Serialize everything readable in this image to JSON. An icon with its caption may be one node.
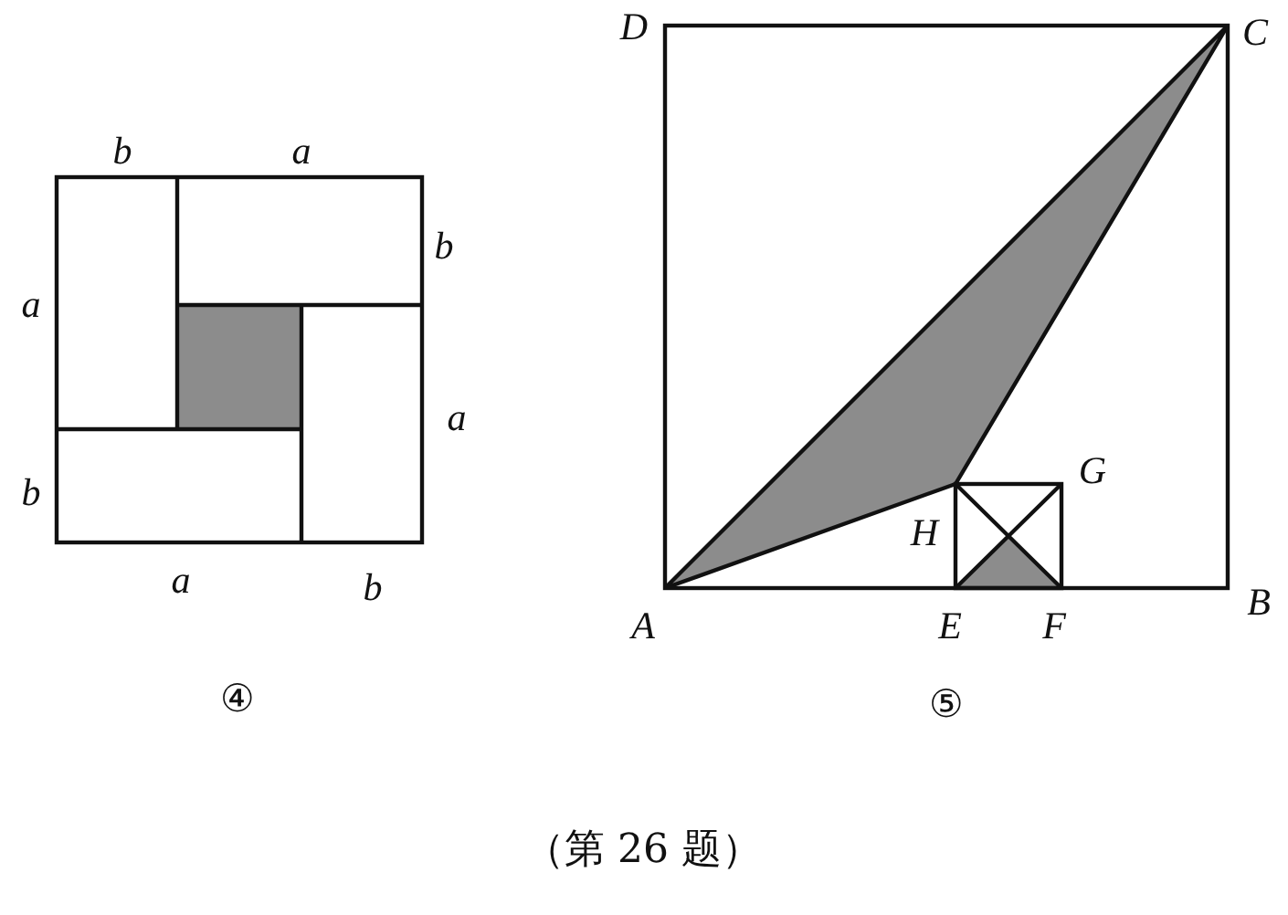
{
  "diagram": {
    "caption": "（第 26 题）",
    "labels": [
      "b",
      "a",
      "a",
      "b",
      "a",
      "b",
      "a",
      "b",
      "④",
      "D",
      "C",
      "G",
      "H",
      "A",
      "E",
      "F",
      "B",
      "⑤"
    ]
  }
}
